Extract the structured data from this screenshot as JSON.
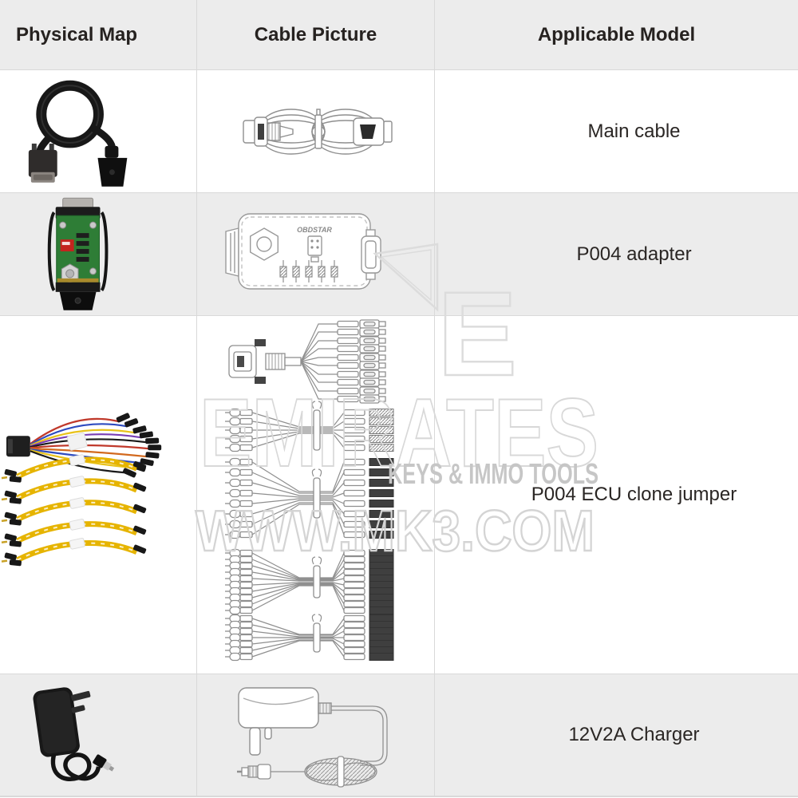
{
  "table": {
    "headers": [
      {
        "label": "Physical Map"
      },
      {
        "label": "Cable Picture"
      },
      {
        "label": "Applicable Model"
      }
    ],
    "rows": [
      {
        "model": "Main cable"
      },
      {
        "model": "P004 adapter"
      },
      {
        "model": "P004 ECU clone jumper"
      },
      {
        "model": "12V2A Charger"
      }
    ],
    "header_bg": "#ececec",
    "alt_row_bg": "#ececec",
    "border_color": "#d9d9d9",
    "text_color": "#262220"
  },
  "drawings": {
    "adapter_brand": "OBDSTAR"
  },
  "watermark": {
    "logo_letter": "E",
    "line1": "EMIRATES",
    "line2": "KEYS & IMMO TOOLS",
    "line3": "WWW.MK3.COM",
    "outline_color": "#d8d8d8",
    "solid_color": "#c6c6c6"
  }
}
